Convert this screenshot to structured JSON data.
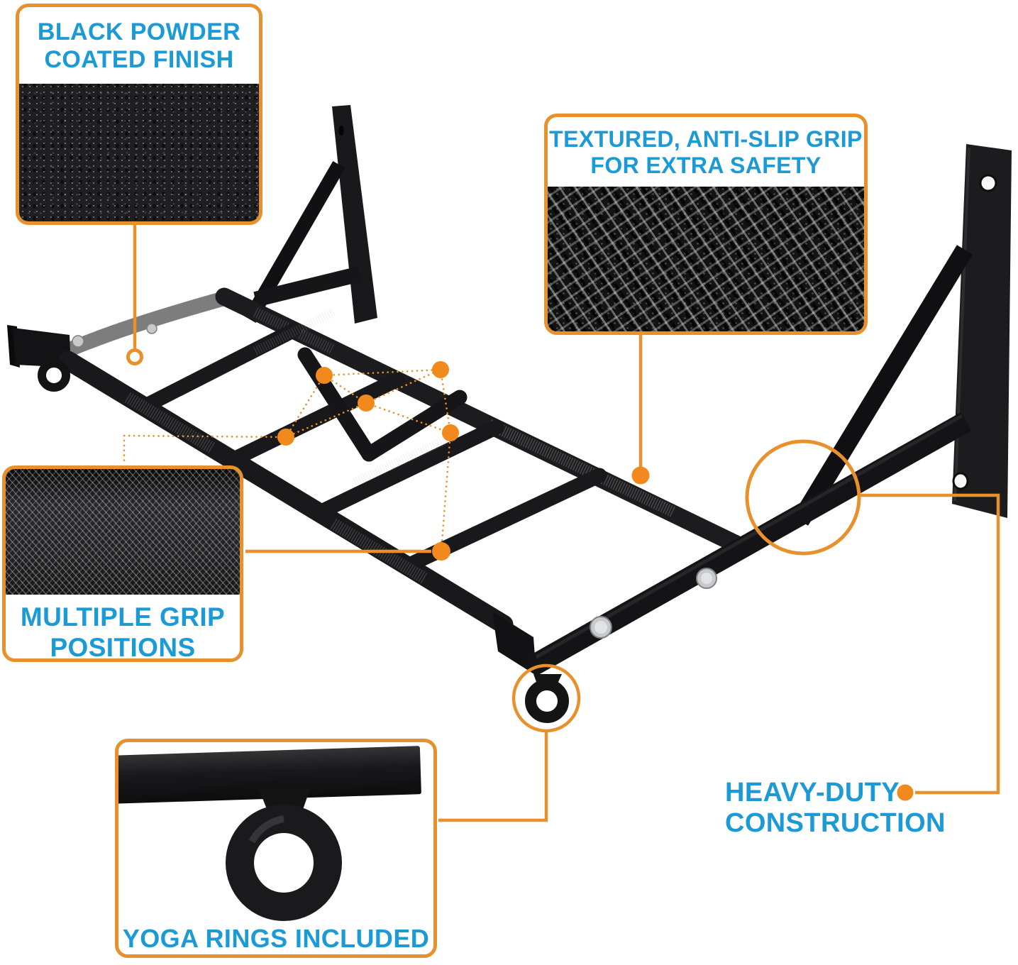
{
  "callouts": {
    "black_powder_finish": {
      "line1": "BLACK POWDER",
      "line2": "COATED FINISH"
    },
    "textured_grip": {
      "line1": "TEXTURED, ANTI-SLIP GRIP",
      "line2": "FOR EXTRA SAFETY"
    },
    "multiple_grip": {
      "line1": "MULTIPLE GRIP",
      "line2": "POSITIONS"
    },
    "yoga_rings": {
      "label": "YOGA RINGS INCLUDED"
    },
    "heavy_duty": {
      "line1": "HEAVY-DUTY",
      "line2": "CONSTRUCTION"
    }
  },
  "annotations": {
    "grip_position_marker_count": 6,
    "highlight_circle_targets": [
      "right-yoga-ring",
      "weld-joint-on-right-bracket"
    ],
    "connector_style": "orange elbow lines and dotted leaders"
  },
  "colors": {
    "accent_orange": "#E8912C",
    "dot_orange": "#F1891C",
    "label_blue": "#1C9AD6",
    "product_black": "#1A1A1A",
    "bolt_silver": "#C7C9CC",
    "background": "#FFFFFF"
  }
}
